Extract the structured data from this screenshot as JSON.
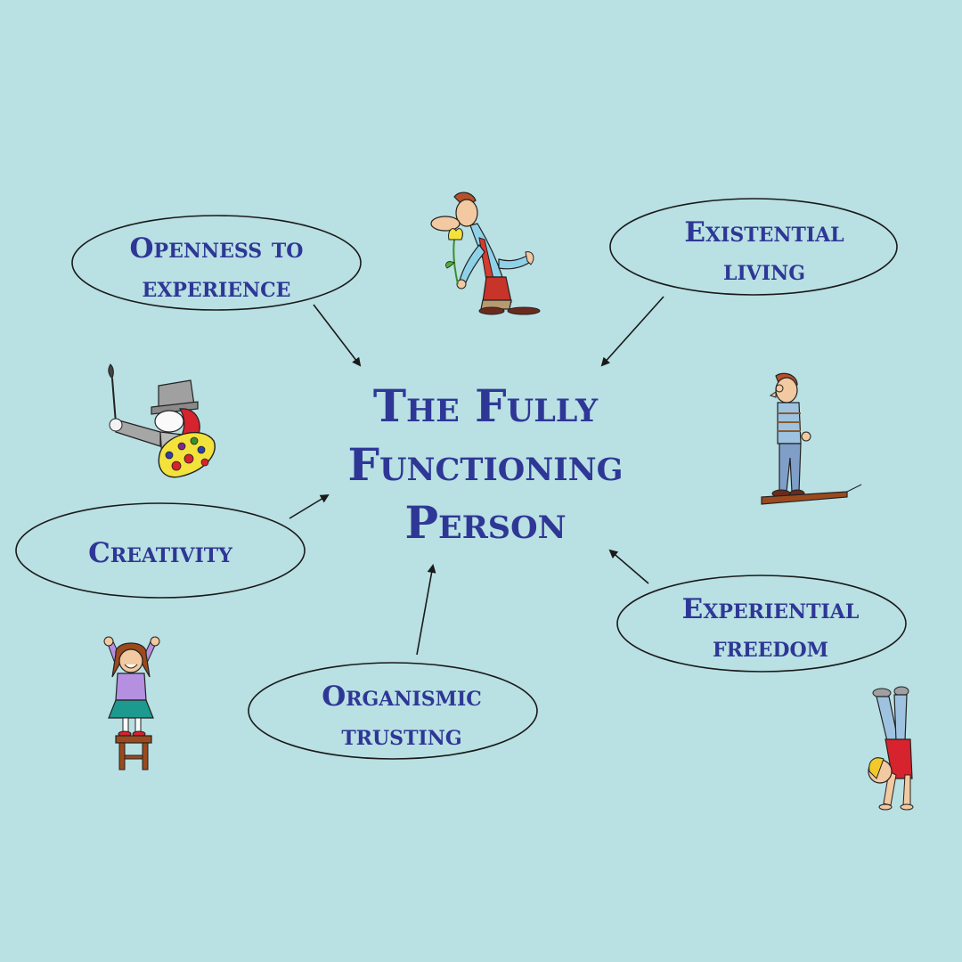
{
  "diagram": {
    "title_lines": [
      "The Fully",
      "Functioning",
      "Person"
    ],
    "nodes": [
      {
        "id": "openness",
        "lines": [
          "Openness to",
          "experience"
        ]
      },
      {
        "id": "existential",
        "lines": [
          "Existential",
          "living"
        ]
      },
      {
        "id": "creativity",
        "lines": [
          "Creativity"
        ]
      },
      {
        "id": "experiential",
        "lines": [
          "Experiential",
          "freedom"
        ]
      },
      {
        "id": "organismic",
        "lines": [
          "Organismic",
          "trusting"
        ]
      }
    ],
    "edges": [
      {
        "from": "openness",
        "to": "title"
      },
      {
        "from": "existential",
        "to": "title"
      },
      {
        "from": "creativity",
        "to": "title"
      },
      {
        "from": "experiential",
        "to": "title"
      },
      {
        "from": "organismic",
        "to": "title"
      }
    ],
    "illustrations": [
      "man-smelling-flower-icon",
      "painter-with-palette-icon",
      "tied-man-on-plank-icon",
      "girl-on-stool-icon",
      "boy-handstand-icon"
    ],
    "colors": {
      "background": "#b9e0e3",
      "text": "#2e3796",
      "outline": "#1a1a1a"
    }
  }
}
